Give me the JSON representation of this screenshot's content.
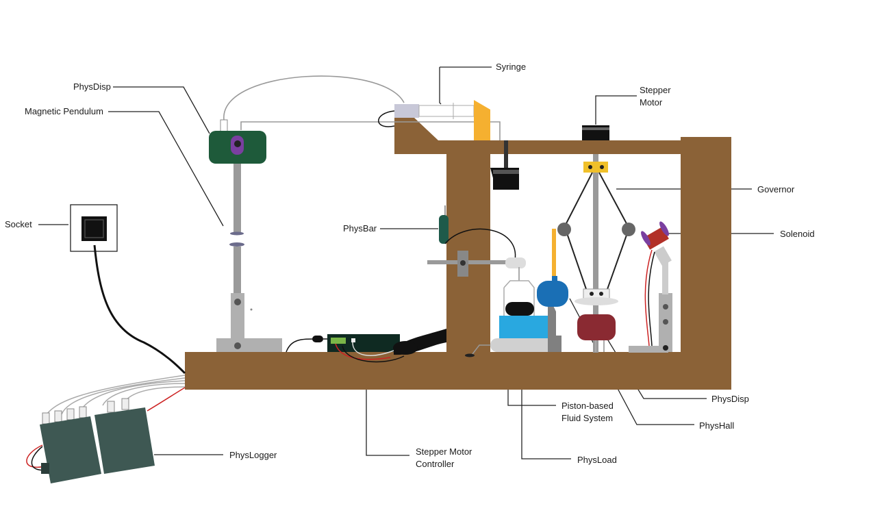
{
  "labels": {
    "syringe": "Syringe",
    "physdisp_top": "PhysDisp",
    "magnetic_pendulum": "Magnetic Pendulum",
    "stepper_motor_1": "Stepper",
    "stepper_motor_2": "Motor",
    "governor": "Governor",
    "socket": "Socket",
    "physbar": "PhysBar",
    "solenoid": "Solenoid",
    "physdisp_right": "PhysDisp",
    "piston_1": "Piston-based",
    "piston_2": "Fluid System",
    "physhall": "PhysHall",
    "physlogger": "PhysLogger",
    "controller_1": "Stepper Motor",
    "controller_2": "Controller",
    "physload": "PhysLoad"
  },
  "colors": {
    "wood": "#8b6237",
    "green_box": "#1e5a3a",
    "purple": "#7a3fa0",
    "grey_pole": "#9a9a9a",
    "blue": "#29a8e0",
    "dark_blue": "#1a6fb5",
    "maroon": "#8a2a32",
    "yellow": "#f5b030",
    "logger": "#3e5853"
  }
}
